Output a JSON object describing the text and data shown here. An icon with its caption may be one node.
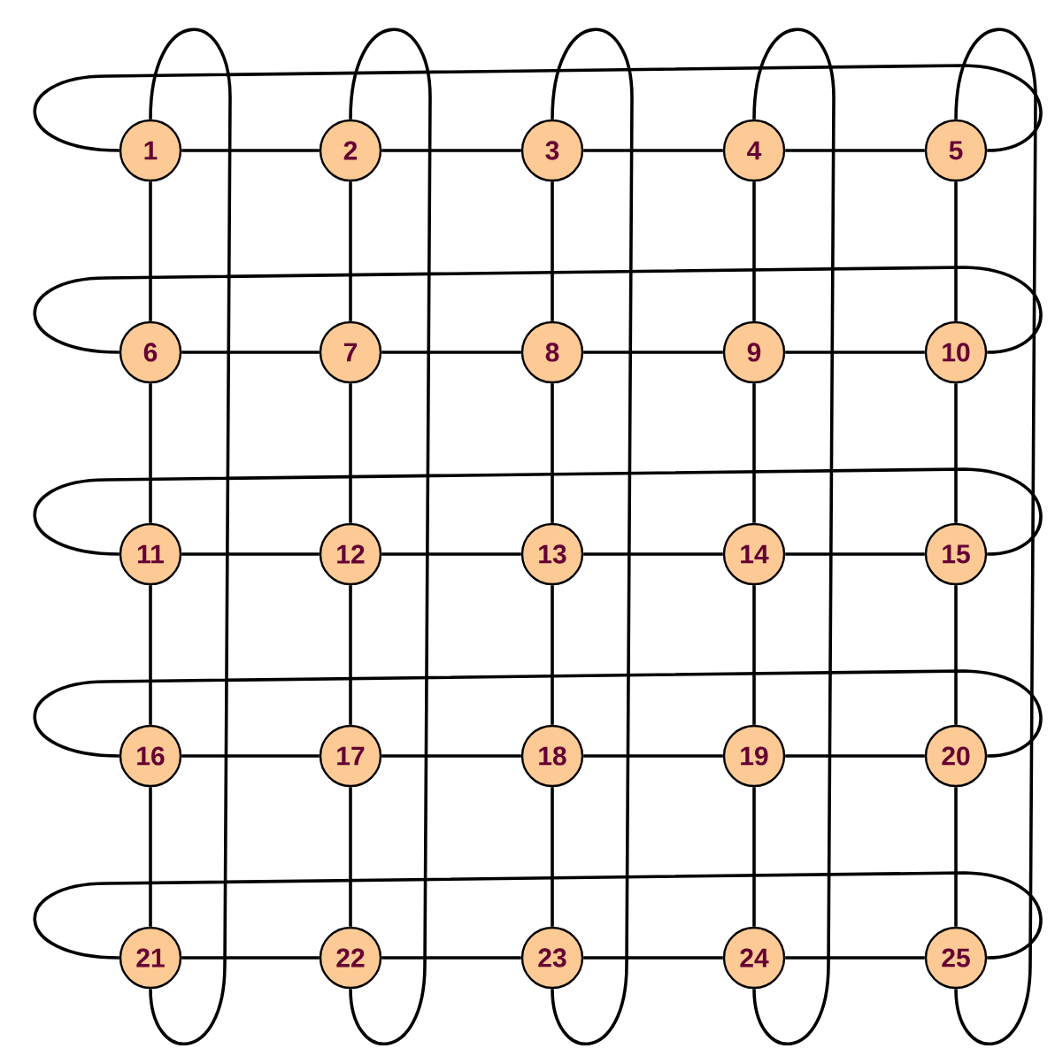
{
  "diagram": {
    "nodes": [
      {
        "text": [
          "1"
        ]
      },
      {
        "text": [
          "2"
        ]
      },
      {
        "text": [
          "3"
        ]
      },
      {
        "text": [
          "4"
        ]
      },
      {
        "text": [
          "5"
        ]
      },
      {
        "text": [
          "6"
        ]
      },
      {
        "text": [
          "7"
        ]
      },
      {
        "text": [
          "8"
        ]
      },
      {
        "text": [
          "9"
        ]
      },
      {
        "text": [
          "10"
        ]
      },
      {
        "text": [
          "11"
        ]
      },
      {
        "text": [
          "12"
        ]
      },
      {
        "text": [
          "13"
        ]
      },
      {
        "text": [
          "14"
        ]
      },
      {
        "text": [
          "15"
        ]
      },
      {
        "text": [
          "16"
        ]
      },
      {
        "text": [
          "17"
        ]
      },
      {
        "text": [
          "18"
        ]
      },
      {
        "text": [
          "19"
        ]
      },
      {
        "text": [
          "20"
        ]
      },
      {
        "text": [
          "21"
        ]
      },
      {
        "text": [
          "22"
        ]
      },
      {
        "text": [
          "23"
        ]
      },
      {
        "text": [
          "24"
        ]
      },
      {
        "text": [
          "25"
        ]
      }
    ],
    "edges": [
      {
        "from": 0,
        "to": 1,
        "arrow": "none"
      },
      {
        "from": 1,
        "to": 2,
        "arrow": "none"
      },
      {
        "from": 2,
        "to": 3,
        "arrow": "none"
      },
      {
        "from": 3,
        "to": 4,
        "arrow": "none"
      },
      {
        "from": 5,
        "to": 6,
        "arrow": "none"
      },
      {
        "from": 6,
        "to": 7,
        "arrow": "none"
      },
      {
        "from": 7,
        "to": 8,
        "arrow": "none"
      },
      {
        "from": 8,
        "to": 9,
        "arrow": "none"
      },
      {
        "from": 10,
        "to": 11,
        "arrow": "none"
      },
      {
        "from": 11,
        "to": 12,
        "arrow": "none"
      },
      {
        "from": 12,
        "to": 13,
        "arrow": "none"
      },
      {
        "from": 13,
        "to": 14,
        "arrow": "none"
      },
      {
        "from": 15,
        "to": 16,
        "arrow": "none"
      },
      {
        "from": 16,
        "to": 17,
        "arrow": "none"
      },
      {
        "from": 17,
        "to": 18,
        "arrow": "none"
      },
      {
        "from": 18,
        "to": 19,
        "arrow": "none"
      },
      {
        "from": 20,
        "to": 21,
        "arrow": "none"
      },
      {
        "from": 21,
        "to": 22,
        "arrow": "none"
      },
      {
        "from": 22,
        "to": 23,
        "arrow": "none"
      },
      {
        "from": 23,
        "to": 24,
        "arrow": "none"
      },
      {
        "from": 0,
        "to": 5,
        "arrow": "none"
      },
      {
        "from": 5,
        "to": 10,
        "arrow": "none"
      },
      {
        "from": 10,
        "to": 15,
        "arrow": "none"
      },
      {
        "from": 15,
        "to": 20,
        "arrow": "none"
      },
      {
        "from": 1,
        "to": 6,
        "arrow": "none"
      },
      {
        "from": 6,
        "to": 11,
        "arrow": "none"
      },
      {
        "from": 11,
        "to": 16,
        "arrow": "none"
      },
      {
        "from": 16,
        "to": 21,
        "arrow": "none"
      },
      {
        "from": 2,
        "to": 7,
        "arrow": "none"
      },
      {
        "from": 7,
        "to": 12,
        "arrow": "none"
      },
      {
        "from": 12,
        "to": 17,
        "arrow": "none"
      },
      {
        "from": 17,
        "to": 22,
        "arrow": "none"
      },
      {
        "from": 3,
        "to": 8,
        "arrow": "none"
      },
      {
        "from": 8,
        "to": 13,
        "arrow": "none"
      },
      {
        "from": 13,
        "to": 18,
        "arrow": "none"
      },
      {
        "from": 18,
        "to": 23,
        "arrow": "none"
      },
      {
        "from": 4,
        "to": 9,
        "arrow": "none"
      },
      {
        "from": 9,
        "to": 14,
        "arrow": "none"
      },
      {
        "from": 14,
        "to": 19,
        "arrow": "none"
      },
      {
        "from": 19,
        "to": 24,
        "arrow": "none"
      },
      {
        "from": 4,
        "to": 0,
        "arrow": "none"
      },
      {
        "from": 9,
        "to": 5,
        "arrow": "none"
      },
      {
        "from": 14,
        "to": 10,
        "arrow": "none"
      },
      {
        "from": 19,
        "to": 15,
        "arrow": "none"
      },
      {
        "from": 24,
        "to": 20,
        "arrow": "none"
      },
      {
        "from": 0,
        "to": 20,
        "arrow": "none"
      },
      {
        "from": 1,
        "to": 21,
        "arrow": "none"
      },
      {
        "from": 2,
        "to": 22,
        "arrow": "none"
      },
      {
        "from": 3,
        "to": 23,
        "arrow": "none"
      },
      {
        "from": 4,
        "to": 24,
        "arrow": "none"
      }
    ]
  }
}
